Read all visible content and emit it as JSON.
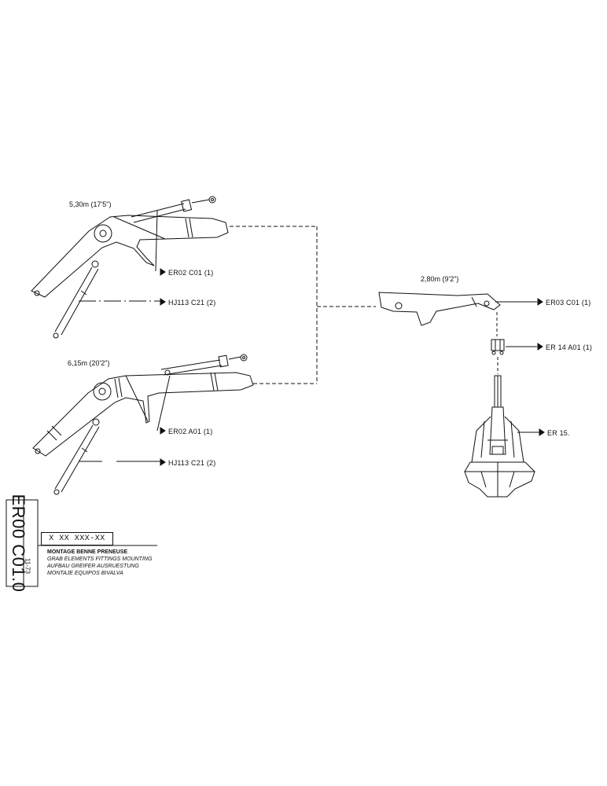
{
  "drawing": {
    "code": "ER00 C01.0",
    "date": "11-73",
    "reference": "X XX XXX-XX",
    "titles": [
      "MONTAGE BENNE PRENEUSE",
      "GRAB ELEMENTS FITTINGS MOUNTING",
      "AUFBAU GREIFER AUSRUESTUNG",
      "MONTAJE EQUIPOS BIVALVA"
    ]
  },
  "booms": {
    "upper_length": "5,30m (17'5\")",
    "lower_length": "6,15m (20'2\")",
    "arm_length": "2,80m (9'2\")"
  },
  "callouts": {
    "er02_c01": "ER02 C01 (1)",
    "hj113_upper": "HJ113 C21 (2)",
    "er02_a01": "ER02 A01 (1)",
    "hj113_lower": "HJ113 C21 (2)",
    "er03_c01": "ER03 C01 (1)",
    "er14_a01": "ER 14 A01 (1)",
    "er15": "ER 15."
  },
  "colors": {
    "ink": "#111111",
    "paper": "#ffffff"
  }
}
